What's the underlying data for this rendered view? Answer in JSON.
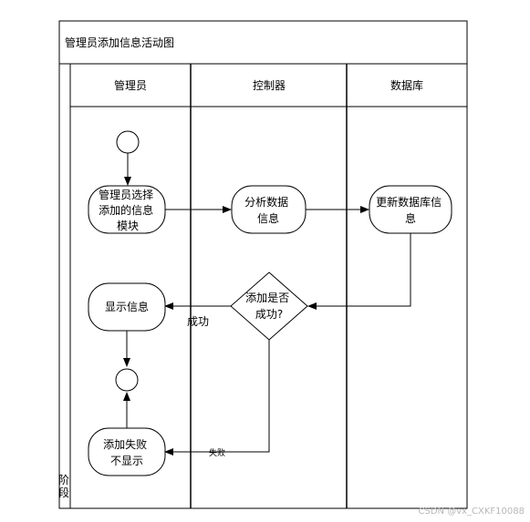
{
  "diagram": {
    "title": "管理员添加信息活动图",
    "stage_label": "阶段",
    "lanes": [
      {
        "name": "管理员"
      },
      {
        "name": "控制器"
      },
      {
        "name": "数据库"
      }
    ],
    "nodes": {
      "select_module": [
        "管理员选择",
        "添加的信息",
        "模块"
      ],
      "analyze_data": [
        "分析数据",
        "信息"
      ],
      "update_db": [
        "更新数据库信",
        "息"
      ],
      "decision": [
        "添加是否",
        "成功?"
      ],
      "show_info": [
        "显示信息"
      ],
      "add_failed": [
        "添加失败",
        "不显示"
      ]
    },
    "edge_labels": {
      "success": "成功",
      "failure": "失败"
    },
    "watermark": "CSDN @vx_CXKF10088"
  }
}
